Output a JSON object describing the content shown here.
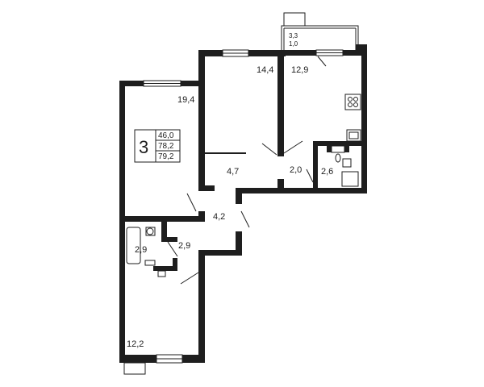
{
  "rooms": {
    "living_room": "19,4",
    "bedroom_top": "14,4",
    "kitchen": "12,9",
    "balcony_area": "3,3",
    "balcony_coef": "1,0",
    "corridor_top": "4,7",
    "hall": "4,2",
    "hall_kitchen": "2,0",
    "bathroom_right": "2,6",
    "bathroom_left": "2,9",
    "corridor_left": "2,9",
    "bedroom_bottom": "12,2"
  },
  "summary": {
    "room_count": "3",
    "living_area": "46,0",
    "total_area": "78,2",
    "total_area_with_balcony": "79,2"
  }
}
